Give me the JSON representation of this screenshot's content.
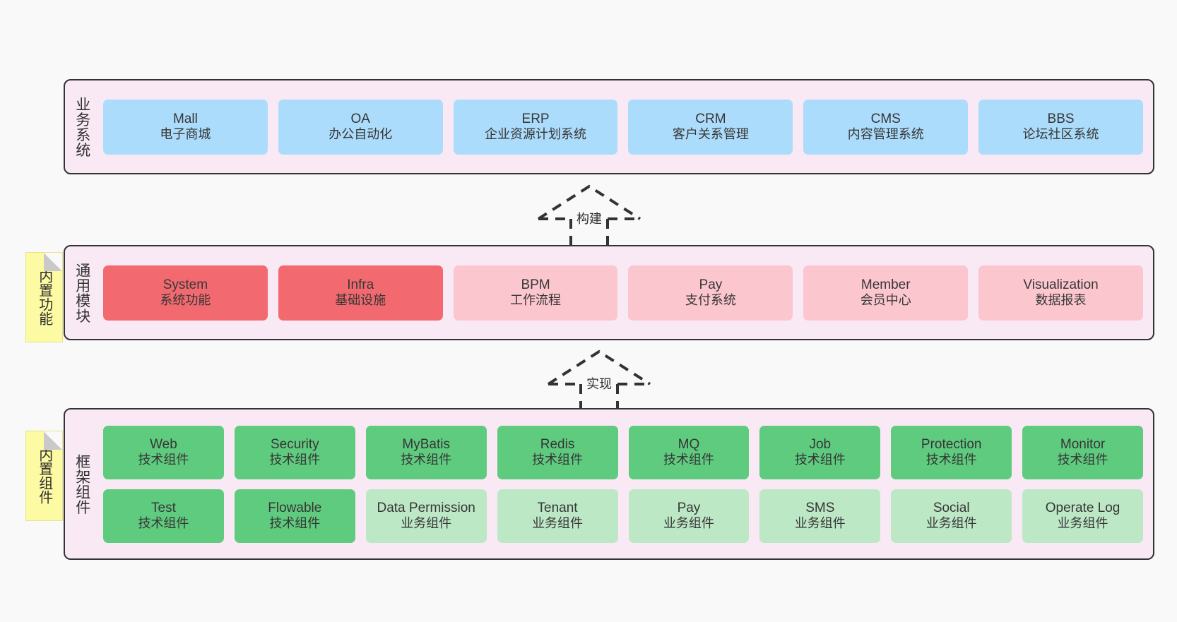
{
  "diagram": {
    "background": "#f9f9f9",
    "palette": {
      "frame_fill": "#f9e9f4",
      "frame_stroke": "#333333",
      "blue": "#ACDCFB",
      "red": "#F26A6F",
      "pink": "#FCC6CE",
      "green": "#5FCB7E",
      "light_green": "#BDE8C6",
      "note_yellow": "#FCFAA2"
    }
  },
  "sections": {
    "business": {
      "title": "业务系统",
      "items": [
        {
          "en": "Mall",
          "cn": "电子商城"
        },
        {
          "en": "OA",
          "cn": "办公自动化"
        },
        {
          "en": "ERP",
          "cn": "企业资源计划系统"
        },
        {
          "en": "CRM",
          "cn": "客户关系管理"
        },
        {
          "en": "CMS",
          "cn": "内容管理系统"
        },
        {
          "en": "BBS",
          "cn": "论坛社区系统"
        }
      ]
    },
    "common": {
      "title": "通用模块",
      "note": "内置功能",
      "items": [
        {
          "en": "System",
          "cn": "系统功能",
          "color": "red"
        },
        {
          "en": "Infra",
          "cn": "基础设施",
          "color": "red"
        },
        {
          "en": "BPM",
          "cn": "工作流程",
          "color": "pink"
        },
        {
          "en": "Pay",
          "cn": "支付系统",
          "color": "pink"
        },
        {
          "en": "Member",
          "cn": "会员中心",
          "color": "pink"
        },
        {
          "en": "Visualization",
          "cn": "数据报表",
          "color": "pink"
        }
      ]
    },
    "framework": {
      "title": "框架组件",
      "note": "内置组件",
      "row1": [
        {
          "en": "Web",
          "cn": "技术组件",
          "color": "green"
        },
        {
          "en": "Security",
          "cn": "技术组件",
          "color": "green"
        },
        {
          "en": "MyBatis",
          "cn": "技术组件",
          "color": "green"
        },
        {
          "en": "Redis",
          "cn": "技术组件",
          "color": "green"
        },
        {
          "en": "MQ",
          "cn": "技术组件",
          "color": "green"
        },
        {
          "en": "Job",
          "cn": "技术组件",
          "color": "green"
        },
        {
          "en": "Protection",
          "cn": "技术组件",
          "color": "green"
        },
        {
          "en": "Monitor",
          "cn": "技术组件",
          "color": "green"
        }
      ],
      "row2": [
        {
          "en": "Test",
          "cn": "技术组件",
          "color": "green"
        },
        {
          "en": "Flowable",
          "cn": "技术组件",
          "color": "green"
        },
        {
          "en": "Data Permission",
          "cn": "业务组件",
          "color": "light_green"
        },
        {
          "en": "Tenant",
          "cn": "业务组件",
          "color": "light_green"
        },
        {
          "en": "Pay",
          "cn": "业务组件",
          "color": "light_green"
        },
        {
          "en": "SMS",
          "cn": "业务组件",
          "color": "light_green"
        },
        {
          "en": "Social",
          "cn": "业务组件",
          "color": "light_green"
        },
        {
          "en": "Operate Log",
          "cn": "业务组件",
          "color": "light_green"
        }
      ]
    }
  },
  "connectors": [
    {
      "label": "构建",
      "from": "通用模块",
      "to": "业务系统"
    },
    {
      "label": "实现",
      "from": "框架组件",
      "to": "通用模块"
    }
  ]
}
